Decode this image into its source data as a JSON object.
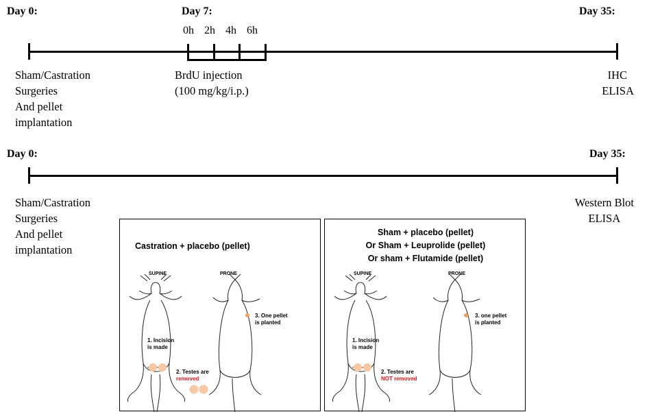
{
  "timeline1": {
    "day0_label": "Day 0:",
    "day7_label": "Day 7:",
    "day35_label": "Day 35:",
    "hours": [
      "0h",
      "2h",
      "4h",
      "6h"
    ],
    "left_text": [
      "Sham/Castration",
      "Surgeries",
      "And pellet",
      "implantation"
    ],
    "mid_text": [
      "BrdU injection",
      "(100 mg/kg/i.p.)"
    ],
    "right_text": [
      "IHC",
      "ELISA"
    ]
  },
  "timeline2": {
    "day0_label": "Day 0:",
    "day35_label": "Day 35:",
    "left_text": [
      "Sham/Castration",
      "Surgeries",
      "And pellet",
      "implantation"
    ],
    "right_text": [
      "Western Blot",
      "ELISA"
    ]
  },
  "panel_left": {
    "title": "Castration + placebo (pellet)",
    "supine": "SUPINE",
    "prone": "PRONE",
    "pellet_note": [
      "3. One pellet",
      "is planted"
    ],
    "incision_note": [
      "1. Incision",
      "is made"
    ],
    "testes_note": "2. Testes are",
    "testes_status": "removed"
  },
  "panel_right": {
    "title_lines": [
      "Sham + placebo (pellet)",
      "Or  Sham  + Leuprolide (pellet)",
      "Or  sham + Flutamide  (pellet)"
    ],
    "supine": "SUPINE",
    "prone": "PRONE",
    "pellet_note": [
      "3. one pellet",
      "is planted"
    ],
    "incision_note": [
      "1. Incision",
      "is made"
    ],
    "testes_note": "2. Testes are",
    "testes_status": "NOT removed"
  },
  "colors": {
    "orange": "#f0a060",
    "peach": "#f6c9a4",
    "red": "#e0141e"
  }
}
